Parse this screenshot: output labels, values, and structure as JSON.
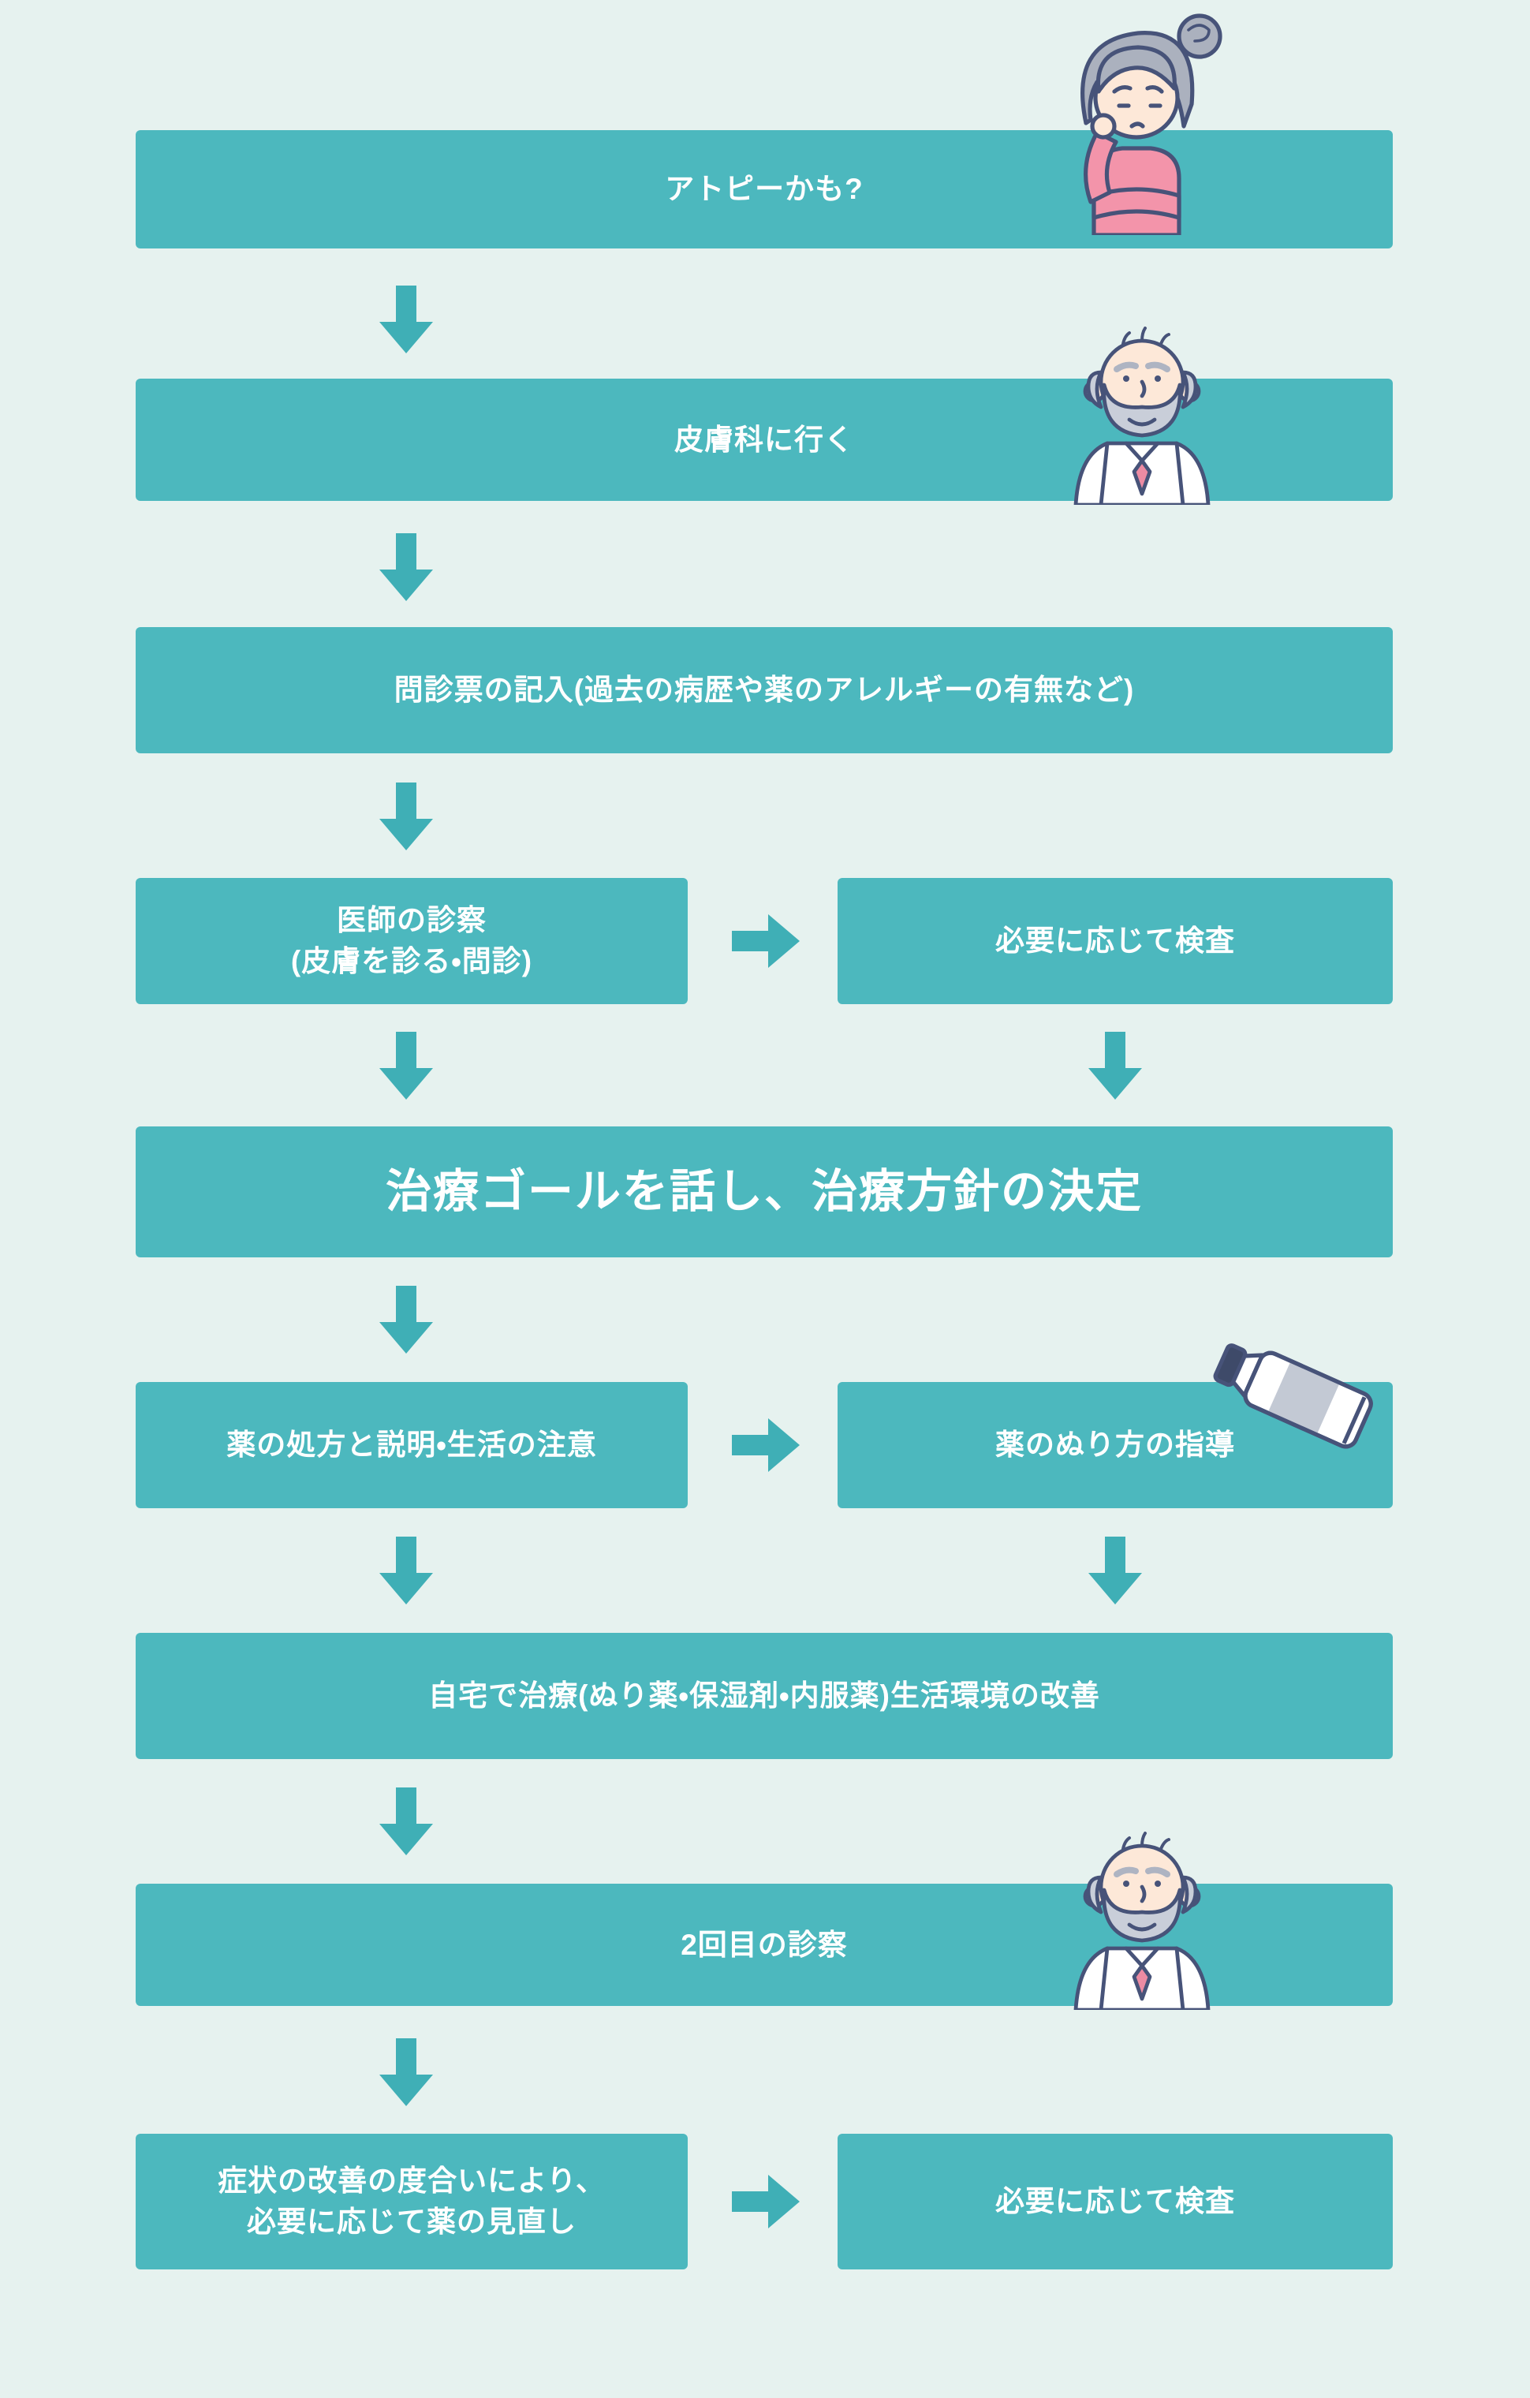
{
  "page": {
    "background_color": "#e6f2ef",
    "language": "ja"
  },
  "colors": {
    "box_fill": "#4cb8be",
    "arrow_fill": "#3fafb6",
    "box_text": "#ffffff",
    "illustration_outline": "#475379",
    "illustration_pink": "#f394aa",
    "illustration_gray": "#b9bfcb"
  },
  "flow": {
    "nodes": [
      {
        "id": "atopy-maybe",
        "label": "アトピーかも?"
      },
      {
        "id": "go-dermatology",
        "label": "皮膚科に行く"
      },
      {
        "id": "questionnaire",
        "label": "問診票の記入(過去の病歴や薬のアレルギーの有無など)"
      },
      {
        "id": "doctor-exam",
        "label": "医師の診察\n(皮膚を診る・問診)"
      },
      {
        "id": "test-if-needed-1",
        "label": "必要に応じて検査"
      },
      {
        "id": "treatment-goal",
        "label": "治療ゴールを話し、治療方針の決定"
      },
      {
        "id": "prescription",
        "label": "薬の処方と説明・生活の注意"
      },
      {
        "id": "application-guidance",
        "label": "薬のぬり方の指導"
      },
      {
        "id": "home-treatment",
        "label": "自宅で治療(ぬり薬・保湿剤・内服薬)生活環境の改善"
      },
      {
        "id": "second-visit",
        "label": "2回目の診察"
      },
      {
        "id": "medication-review",
        "label": "症状の改善の度合いにより、\n必要に応じて薬の見直し"
      },
      {
        "id": "test-if-needed-2",
        "label": "必要に応じて検査"
      }
    ],
    "illustrations": [
      {
        "name": "worried-woman",
        "position": "top-right-of-first-node"
      },
      {
        "name": "doctor",
        "position": "right-of-go-dermatology-node"
      },
      {
        "name": "ointment-tube",
        "position": "top-right-of-application-guidance-node"
      },
      {
        "name": "doctor",
        "position": "right-of-second-visit-node"
      }
    ]
  }
}
